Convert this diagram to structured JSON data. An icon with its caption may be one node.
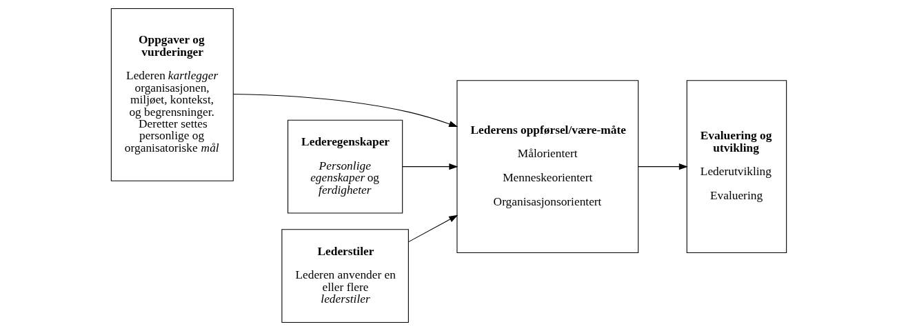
{
  "diagram": {
    "nodes": [
      {
        "text": [
          "Oppgaver og vurderinger",
          "Lederen *kartlegger* organisasjonen, miljøet, kontekst, og begrensninger. Deretter settes personlige og organisatoriske *mål*"
        ]
      },
      {
        "text": [
          "Lederegenskaper",
          "*Personlige egenskaper* og *ferdigheter*"
        ]
      },
      {
        "text": [
          "Lederstiler",
          "Lederen anvender en eller flere *lederstiler*"
        ]
      },
      {
        "text": [
          "Lederens oppførsel/være-måte",
          "Målorientert",
          "Menneskeorientert",
          "Organisasjonsorientert"
        ]
      },
      {
        "text": [
          "Evaluering og utvikling",
          "Lederutvikling",
          "Evaluering"
        ]
      }
    ],
    "edges": [
      {
        "from": 1,
        "to": 3,
        "arrow": "to"
      },
      {
        "from": 0,
        "to": 3,
        "arrow": "to"
      },
      {
        "from": 2,
        "to": 3,
        "arrow": "to"
      },
      {
        "from": 3,
        "to": 4,
        "arrow": "to"
      }
    ]
  }
}
